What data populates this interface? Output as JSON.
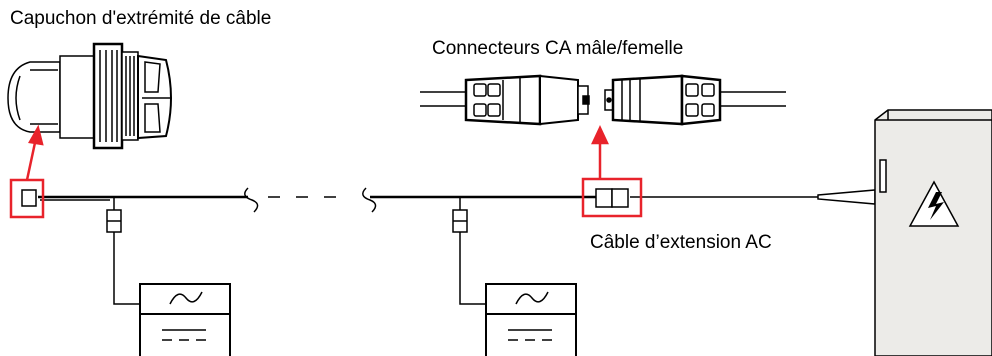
{
  "labels": {
    "end_cap": "Capuchon d'extrémité de câble",
    "connectors": "Connecteurs CA mâle/femelle",
    "extension_cable": "Câble d’extension AC"
  },
  "icons": {
    "inverter_symbol": "sine-wave-over-dc-lines",
    "panel_symbol": "lightning-bolt-in-triangle"
  },
  "colors": {
    "highlight": "#e8232b",
    "line": "#000000",
    "panel_fill": "#ecebe8"
  }
}
